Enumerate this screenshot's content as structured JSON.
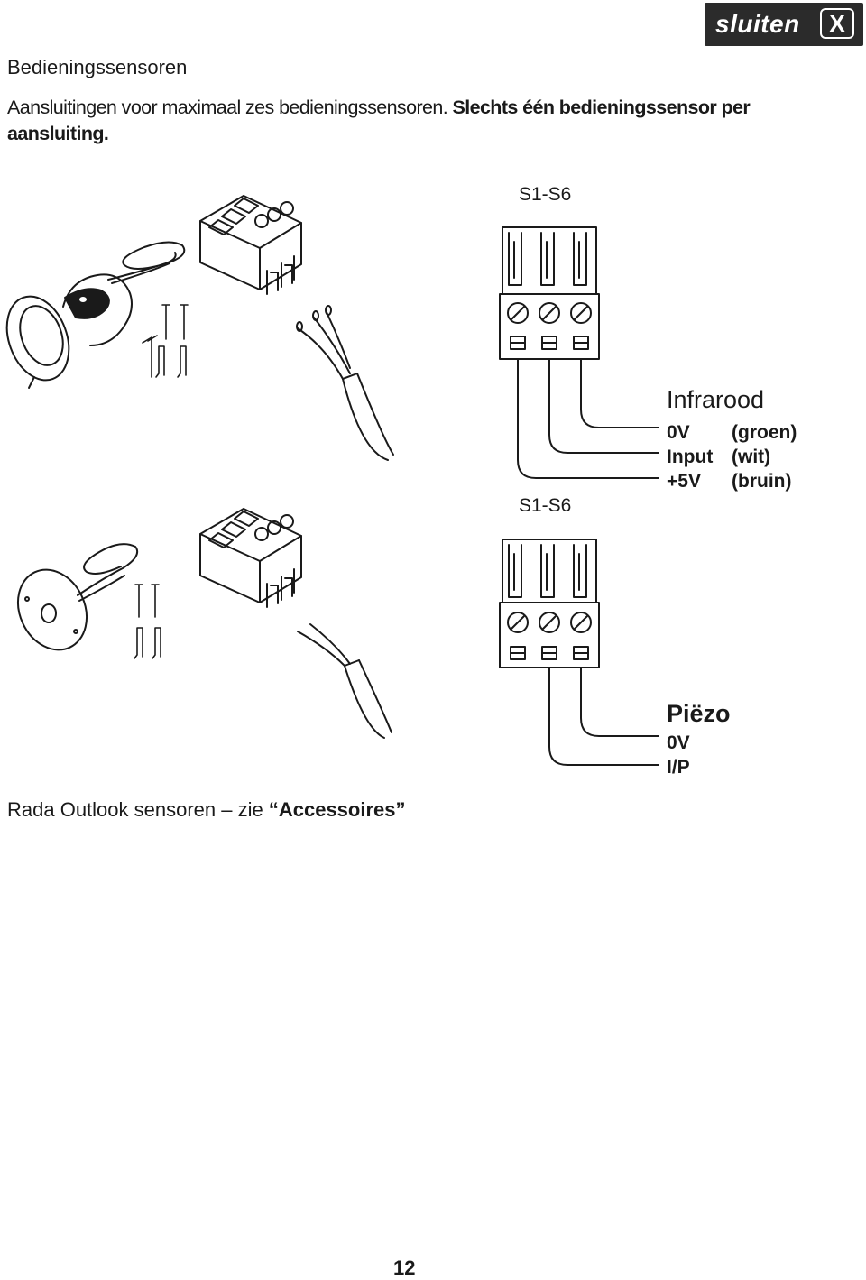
{
  "close_button": {
    "label": "sluiten",
    "icon": "X"
  },
  "heading": "Bedieningssensoren",
  "intro": {
    "normal": "Aansluitingen voor maximaal zes bedieningssensoren. ",
    "bold": "Slechts één bedieningssensor per aansluiting."
  },
  "connector_top": {
    "label": "S1-S6"
  },
  "connector_bottom": {
    "label": "S1-S6"
  },
  "infrared": {
    "title": "Infrarood",
    "rows": [
      {
        "pin": "0V",
        "color": "(groen)"
      },
      {
        "pin": "Input",
        "color": "(wit)"
      },
      {
        "pin": "+5V",
        "color": "(bruin)"
      }
    ]
  },
  "piezo": {
    "title": "Piëzo",
    "rows": [
      "0V",
      "I/P"
    ]
  },
  "footer": {
    "normal": "Rada Outlook sensoren – zie ",
    "bold": "“Accessoires”"
  },
  "page_number": "12"
}
